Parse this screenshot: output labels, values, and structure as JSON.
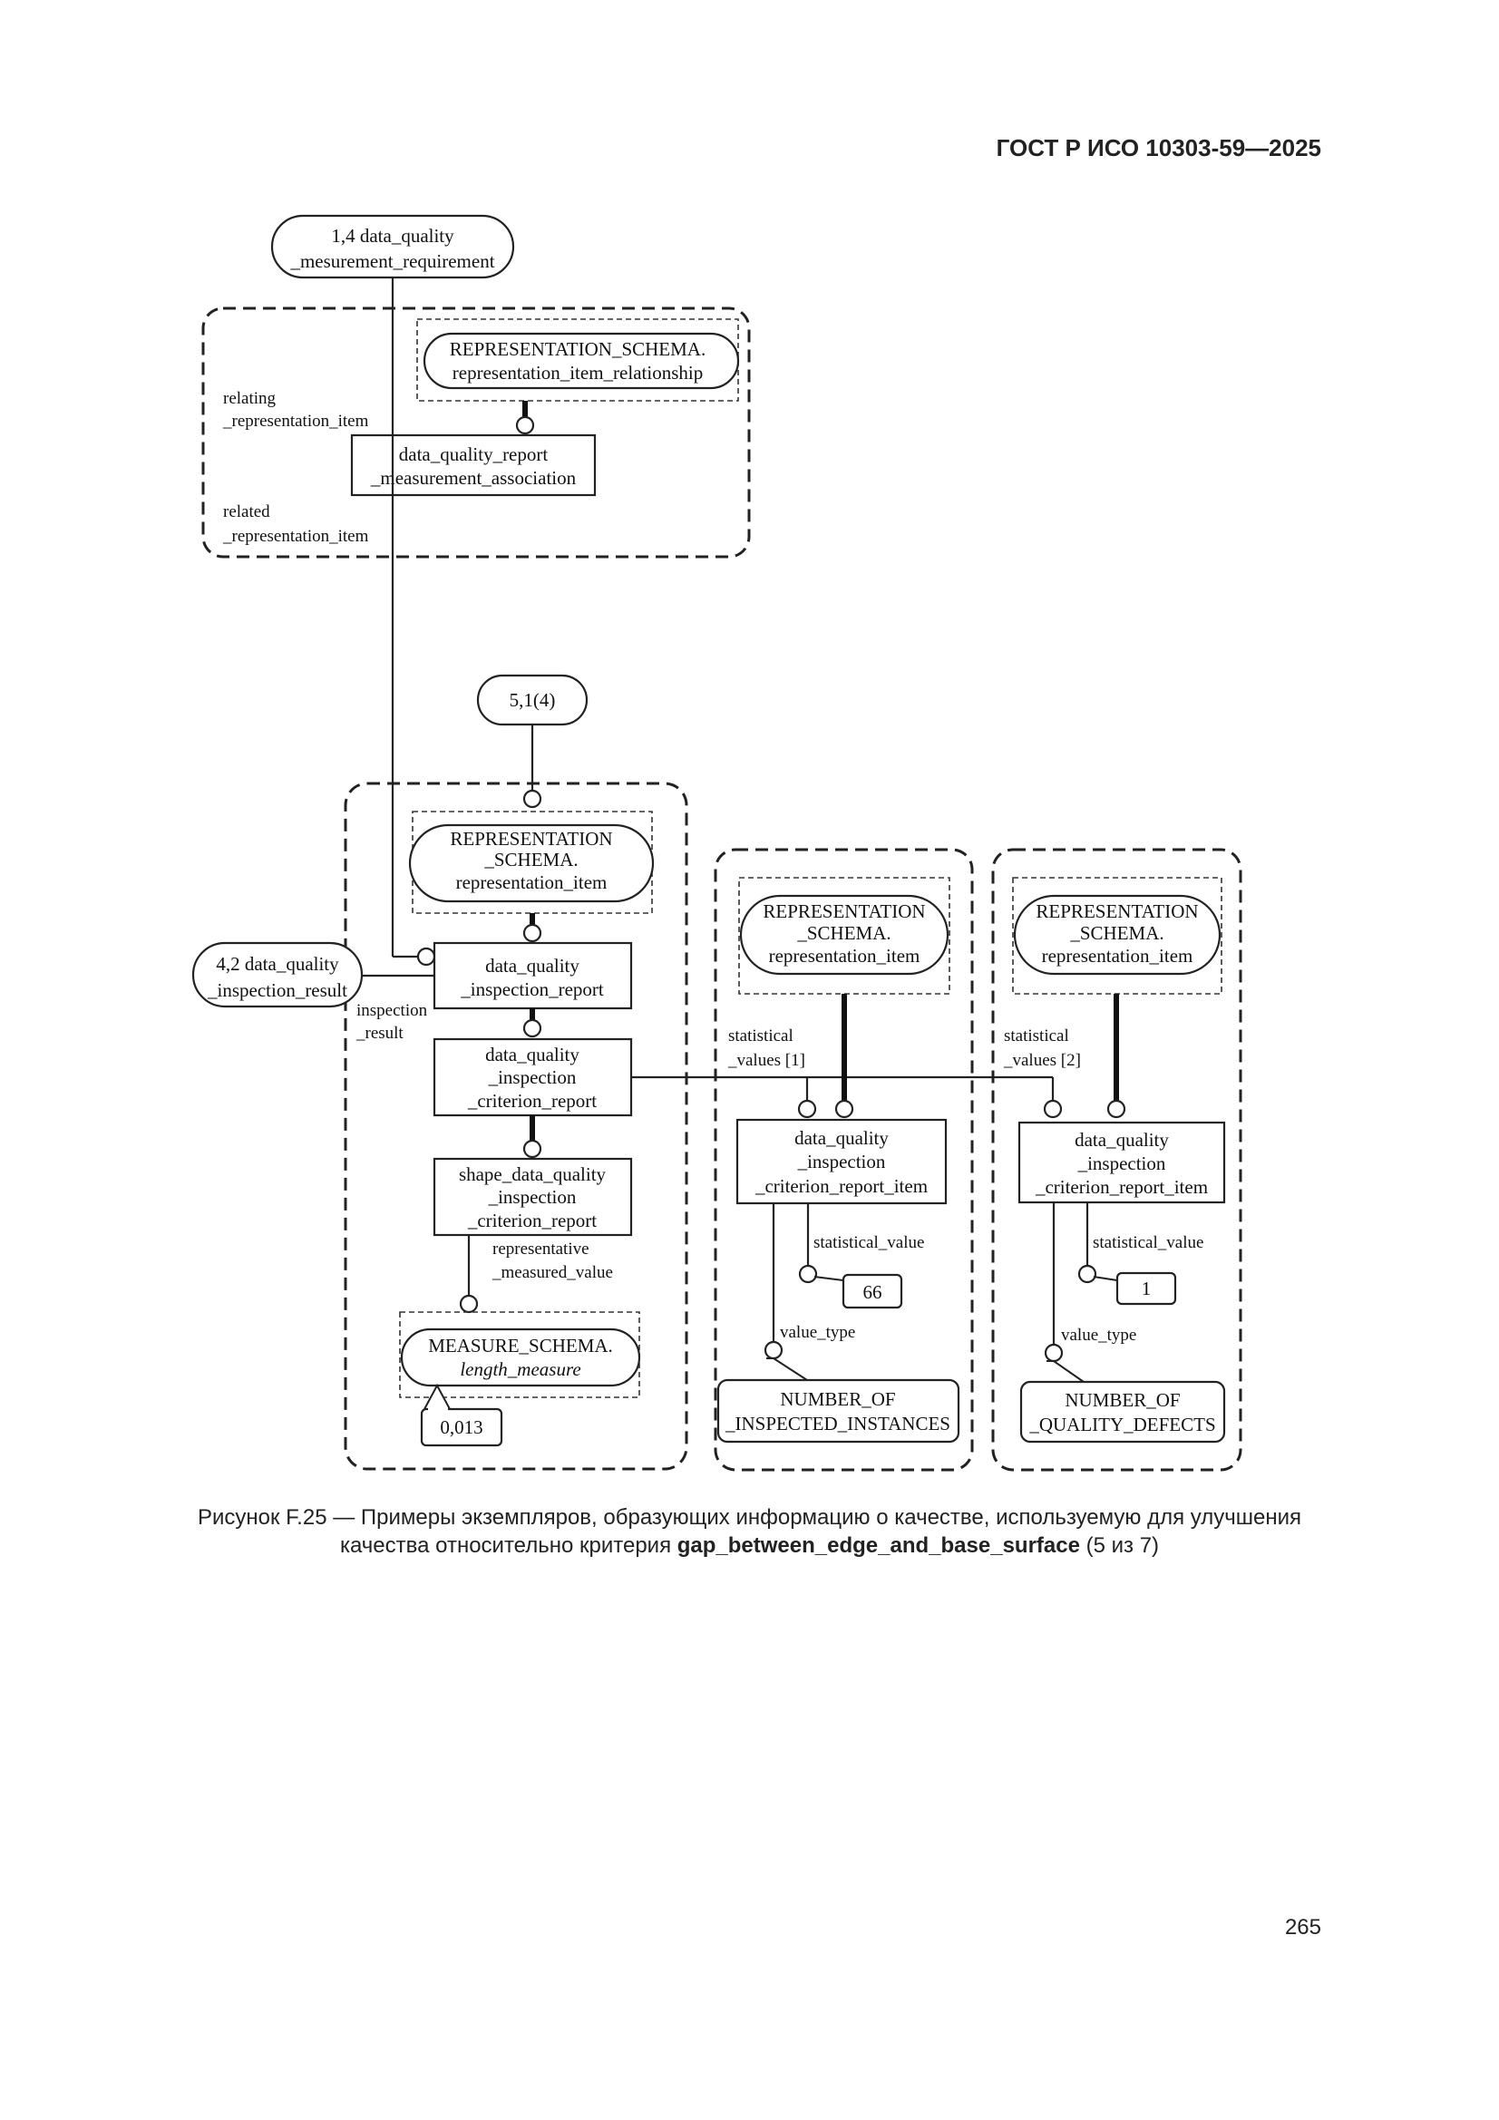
{
  "header": {
    "title": "ГОСТ Р ИСО 10303-59—2025"
  },
  "diagram": {
    "page_ref_top": {
      "line1": "1,4 data_quality",
      "line2": "_mesurement_requirement"
    },
    "rel_schema": {
      "line1": "REPRESENTATION_SCHEMA.",
      "line2": "representation_item_relationship"
    },
    "report_assoc": {
      "line1": "data_quality_report",
      "line2": "_measurement_association"
    },
    "label_relating": {
      "line1": "relating",
      "line2": "_representation_item"
    },
    "label_related": {
      "line1": "related",
      "line2": "_representation_item"
    },
    "page_ref_51": {
      "text": "5,1(4)"
    },
    "rep_item_main": {
      "line1": "REPRESENTATION",
      "line2": "_SCHEMA.",
      "line3": "representation_item"
    },
    "page_ref_42": {
      "line1": "4,2 data_quality",
      "line2": "_inspection_result"
    },
    "label_inspection_result": {
      "line1": "inspection",
      "line2": "_result"
    },
    "inspection_report": {
      "line1": "data_quality",
      "line2": "_inspection_report"
    },
    "criterion_report": {
      "line1": "data_quality",
      "line2": "_inspection",
      "line3": "_criterion_report"
    },
    "shape_report": {
      "line1": "shape_data_quality",
      "line2": "_inspection",
      "line3": "_criterion_report"
    },
    "label_representative": {
      "line1": "representative",
      "line2": "_measured_value"
    },
    "measure_schema": {
      "line1": "MEASURE_SCHEMA.",
      "line2": "length_measure"
    },
    "measure_value": "0,013",
    "rep_item_1": {
      "line1": "REPRESENTATION",
      "line2": "_SCHEMA.",
      "line3": "representation_item"
    },
    "label_stat_values_1": {
      "line1": "statistical",
      "line2": "_values [1]"
    },
    "item_1": {
      "line1": "data_quality",
      "line2": "_inspection",
      "line3": "_criterion_report_item"
    },
    "label_stat_value_1": "statistical_value",
    "stat_value_1": "66",
    "label_value_type_1": "value_type",
    "enum_1": {
      "line1": "NUMBER_OF",
      "line2": "_INSPECTED_INSTANCES"
    },
    "rep_item_2": {
      "line1": "REPRESENTATION",
      "line2": "_SCHEMA.",
      "line3": "representation_item"
    },
    "label_stat_values_2": {
      "line1": "statistical",
      "line2": "_values [2]"
    },
    "item_2": {
      "line1": "data_quality",
      "line2": "_inspection",
      "line3": "_criterion_report_item"
    },
    "label_stat_value_2": "statistical_value",
    "stat_value_2": "1",
    "label_value_type_2": "value_type",
    "enum_2": {
      "line1": "NUMBER_OF",
      "line2": "_QUALITY_DEFECTS"
    }
  },
  "caption": {
    "line1": "Рисунок F.25 — Примеры экземпляров, образующих информацию о качестве, используемую для улучшения",
    "line2_before": "качества относительно критерия ",
    "line2_bold": "gap_between_edge_and_base_surface",
    "line2_after": " (5 из 7)"
  },
  "page_number": "265"
}
